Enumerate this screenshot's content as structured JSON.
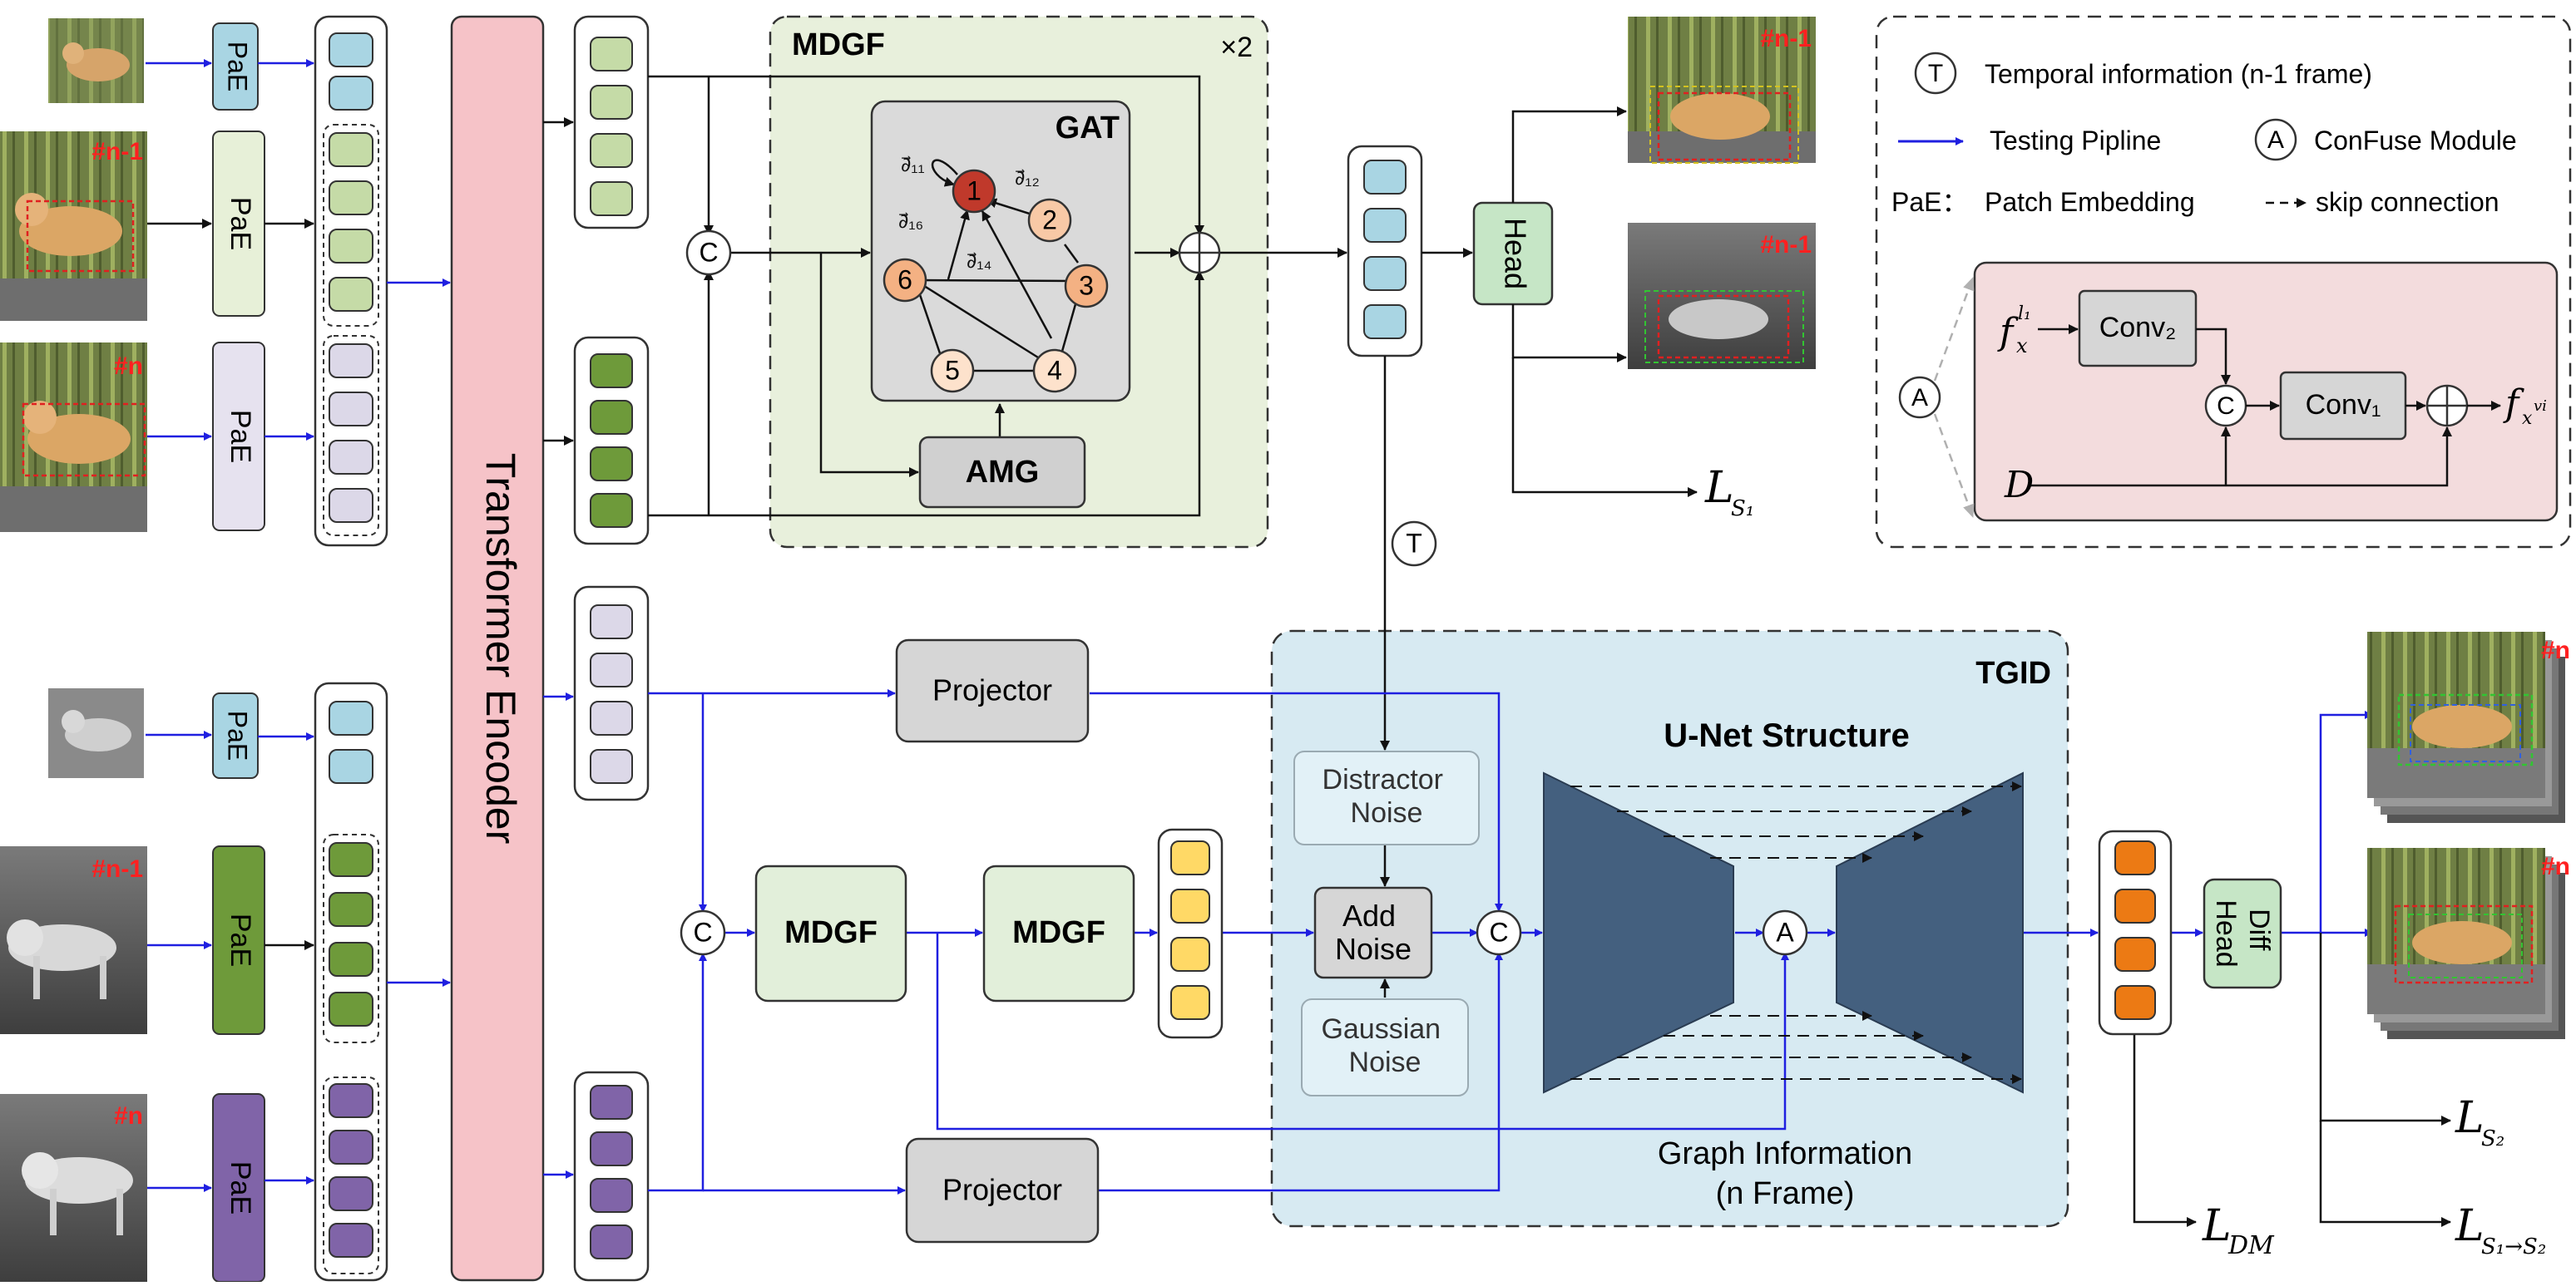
{
  "modules": {
    "mdgf_title": "MDGF",
    "repeat": "×2",
    "gat_title": "GAT",
    "amg": "AMG",
    "transformer": "Transformer Encoder",
    "head": "Head",
    "diff_head": "Diff Head",
    "tgid_title": "TGID",
    "unet_title": "U-Net Structure",
    "projector": "Projector",
    "mdgf_block": "MDGF",
    "distractor_noise": "Distractor Noise",
    "add_noise": "Add Noise",
    "gaussian_noise": "Gaussian Noise",
    "graph_info_line1": "Graph Information",
    "graph_info_line2": "(n Frame)",
    "pae": "PaE"
  },
  "symbols": {
    "concat": "C",
    "temporal": "T",
    "confuse": "A"
  },
  "frame_tags": {
    "prev": "#n-1",
    "cur": "#n"
  },
  "graph": {
    "nodes": [
      "1",
      "2",
      "3",
      "4",
      "5",
      "6"
    ],
    "edge_labels": [
      "∂⃗₁₁",
      "∂⃗₁₂",
      "∂⃗₁₆",
      "∂⃗₁₄"
    ]
  },
  "losses": {
    "ls1": "L",
    "ls1_sub": "S₁",
    "ls2": "L",
    "ls2_sub": "S₂",
    "ldm": "L",
    "ldm_sub": "DM",
    "ls12": "L",
    "ls12_sub": "S₁→S₂"
  },
  "legend": {
    "temporal": "Temporal information (n-1 frame)",
    "testing": "Testing Pipline",
    "confuse": "ConFuse Module",
    "pae_prefix": "PaE：",
    "pae": "Patch Embedding",
    "skip": "skip connection",
    "conv2": "Conv₂",
    "conv1": "Conv₁",
    "fx": "f",
    "fx_sub": "x",
    "fx_sup": "l₁",
    "fout_sub": "x",
    "fout_sup": "vi",
    "d": "D"
  },
  "colors": {
    "blue_arrow": "#1f1fe0",
    "mdgf_bg": "#e8f0dc",
    "tgid_bg": "#d7eaf2",
    "transformer": "#f6c3c8",
    "confuse_bg": "#f3dcdd",
    "token_blue": "#a9d5e3",
    "token_lightgreen": "#c5dba7",
    "token_lavender": "#dcd8e8",
    "token_darkgreen": "#6e9a3a",
    "token_purple": "#8064a8",
    "token_yellow": "#ffd966",
    "token_orange": "#ec7a14",
    "unet": "#44607f",
    "head_green": "#c6e6c6",
    "red_tag": "#ff2020"
  }
}
